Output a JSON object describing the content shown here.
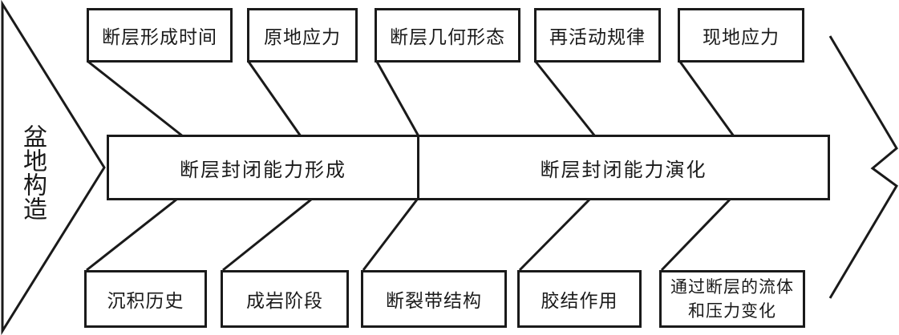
{
  "head_label": "盆地构造",
  "spine": {
    "left": "断层封闭能力形成",
    "right": "断层封闭能力演化"
  },
  "top_factors": [
    "断层形成时间",
    "原地应力",
    "断层几何形态",
    "再活动规律",
    "现地应力"
  ],
  "bottom_factors": [
    "沉积历史",
    "成岩阶段",
    "断裂带结构",
    "胶结作用",
    "通过断层的流体和压力变化"
  ]
}
